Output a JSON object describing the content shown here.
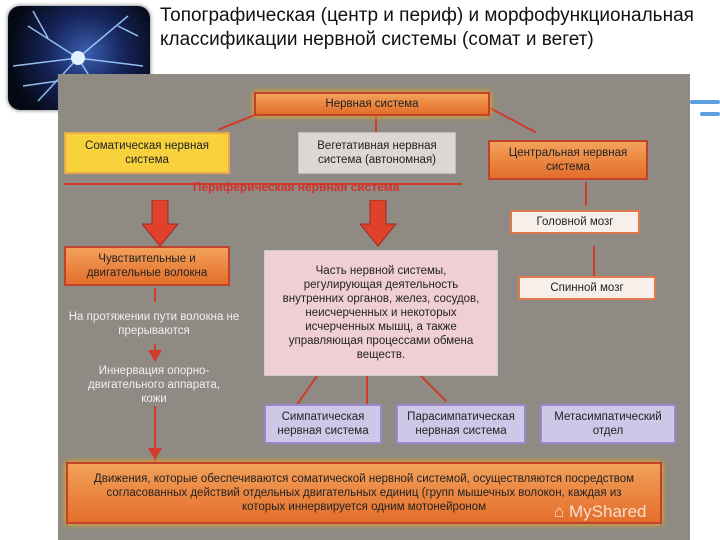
{
  "title": "Топографическая (центр и периф) и морфофункциональная классификации нервной системы (сомат и вегет)",
  "thumbnail_icon": "neuron-icon",
  "colors": {
    "slide_bg": "#8f8a83",
    "accent_red": "#d13b2a",
    "box_orange": "#e36e2b",
    "box_yellow": "#f7d23c",
    "box_violet": "#cdc8e8"
  },
  "diagram": {
    "nervous_system": "Нервная система",
    "somatic": "Соматическая нервная система",
    "vegetative": "Вегетативная нервная система (автономная)",
    "central": "Центральная нервная система",
    "peripheral": "Периферическая нервная система",
    "brain": "Головной мозг",
    "spinal_cord": "Спинной мозг",
    "fibers": "Чувствительные и двигательные волокна",
    "fibers_note": "На протяжении пути волокна не прерываются",
    "innervation": "Иннервация опорно-двигательного аппарата, кожи",
    "vegetative_desc": "Часть нервной системы, регулирующая деятельность внутренних органов, желез, сосудов, неисчерченных и некоторых исчерченных мышц, а также управляющая процессами обмена веществ.",
    "sympathetic": "Симпатическая нервная система",
    "parasympathetic": "Парасимпатическая нервная система",
    "metasympathetic": "Метасимпатический отдел",
    "movement": "Движения, которые обеспечиваются соматической нервной системой, осуществляются посредством согласованных действий отдельных двигательных единиц (групп мышечных волокон, каждая из которых иннервируется одним мотонейроном"
  },
  "watermark": "MyShared"
}
